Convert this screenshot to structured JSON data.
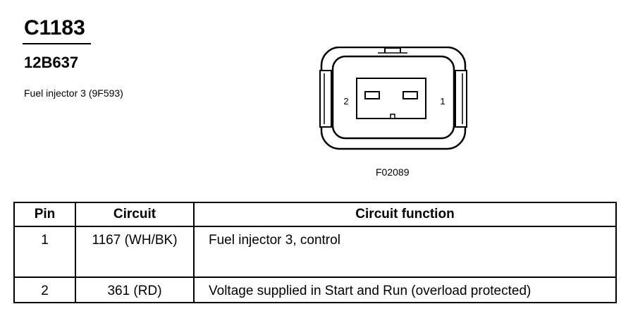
{
  "header": {
    "connector_id": "C1183",
    "part_number": "12B637",
    "component": "Fuel injector 3 (9F593)"
  },
  "figure": {
    "code": "F02089",
    "pin_left_label": "2",
    "pin_right_label": "1"
  },
  "table": {
    "columns": [
      "Pin",
      "Circuit",
      "Circuit function"
    ],
    "rows": [
      {
        "pin": "1",
        "circuit": "1167 (WH/BK)",
        "function": "Fuel injector 3, control"
      },
      {
        "pin": "2",
        "circuit": "361 (RD)",
        "function": "Voltage supplied in Start and Run (overload protected)"
      }
    ]
  }
}
